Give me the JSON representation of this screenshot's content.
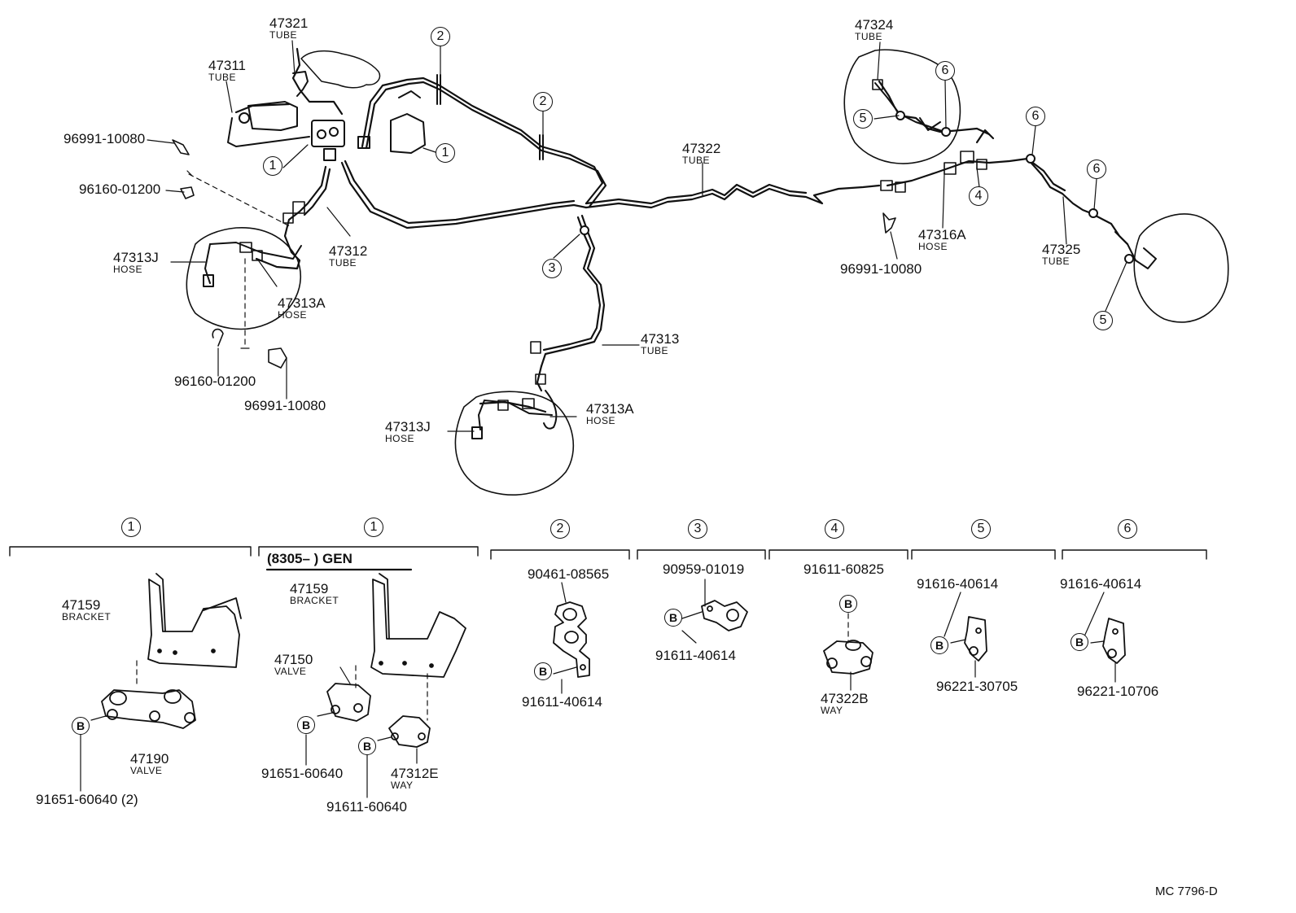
{
  "parts": {
    "p47321": {
      "num": "47321",
      "sub": "TUBE"
    },
    "p47311": {
      "num": "47311",
      "sub": "TUBE"
    },
    "p96991_a": {
      "num": "96991-10080"
    },
    "p96160_a": {
      "num": "96160-01200"
    },
    "p47313J_a": {
      "num": "47313J",
      "sub": "HOSE"
    },
    "p47312": {
      "num": "47312",
      "sub": "TUBE"
    },
    "p47313A_a": {
      "num": "47313A",
      "sub": "HOSE"
    },
    "p96160_b": {
      "num": "96160-01200"
    },
    "p96991_b": {
      "num": "96991-10080"
    },
    "p47313": {
      "num": "47313",
      "sub": "TUBE"
    },
    "p47313A_b": {
      "num": "47313A",
      "sub": "HOSE"
    },
    "p47313J_b": {
      "num": "47313J",
      "sub": "HOSE"
    },
    "p47322": {
      "num": "47322",
      "sub": "TUBE"
    },
    "p47324": {
      "num": "47324",
      "sub": "TUBE"
    },
    "p47316A": {
      "num": "47316A",
      "sub": "HOSE"
    },
    "p96991_c": {
      "num": "96991-10080"
    },
    "p47325": {
      "num": "47325",
      "sub": "TUBE"
    }
  },
  "callouts": {
    "c1a": "1",
    "c1b": "1",
    "c2a": "2",
    "c2b": "2",
    "c3": "3",
    "c4": "4",
    "c5a": "5",
    "c5b": "5",
    "c6a": "6",
    "c6b": "6",
    "c6c": "6"
  },
  "details": {
    "d1": {
      "circle": "1",
      "bracket": {
        "num": "47159",
        "sub": "BRACKET"
      },
      "valve": {
        "num": "47190",
        "sub": "VALVE"
      },
      "bolt": "B",
      "boltnum": "91651-60640 (2)"
    },
    "d1b": {
      "circle": "1",
      "gen": "(8305–        ) GEN",
      "bracket": {
        "num": "47159",
        "sub": "BRACKET"
      },
      "valve": {
        "num": "47150",
        "sub": "VALVE"
      },
      "way": {
        "num": "47312E",
        "sub": "WAY"
      },
      "bolt1": "B",
      "bolt1num": "91651-60640",
      "bolt2": "B",
      "bolt2num": "91611-60640"
    },
    "d2": {
      "circle": "2",
      "part": "90461-08565",
      "bolt": "B",
      "boltnum": "91611-40614"
    },
    "d3": {
      "circle": "3",
      "part": "90959-01019",
      "bolt": "B",
      "boltnum": "91611-40614"
    },
    "d4": {
      "circle": "4",
      "part": "91611-60825",
      "bolt": "B",
      "way": {
        "num": "47322B",
        "sub": "WAY"
      }
    },
    "d5": {
      "circle": "5",
      "part": "91616-40614",
      "bolt": "B",
      "clip": "96221-30705"
    },
    "d6": {
      "circle": "6",
      "part": "91616-40614",
      "bolt": "B",
      "clip": "96221-10706"
    }
  },
  "footer": {
    "code": "MC  7796-D"
  }
}
